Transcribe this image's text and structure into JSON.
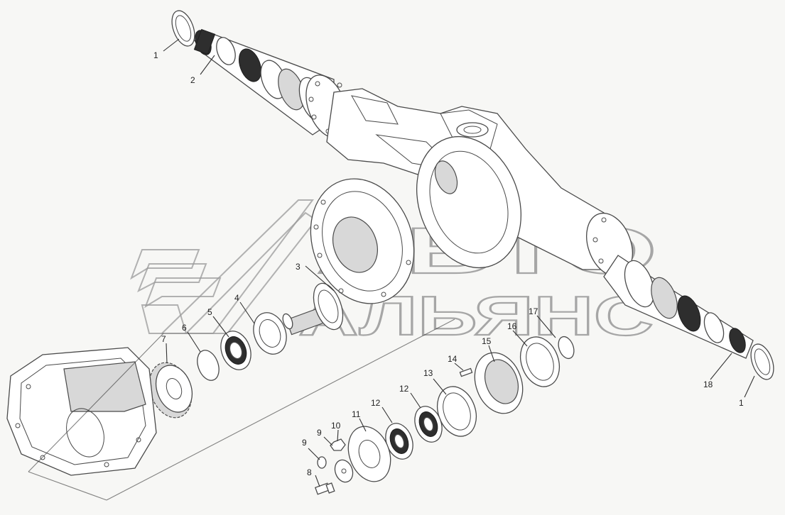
{
  "watermark": {
    "line1": "АВТО",
    "line2": "АЛЬЯНС"
  },
  "callouts": [
    {
      "id": "c1a",
      "label": "1"
    },
    {
      "id": "c2",
      "label": "2"
    },
    {
      "id": "c3",
      "label": "3"
    },
    {
      "id": "c4",
      "label": "4"
    },
    {
      "id": "c5",
      "label": "5"
    },
    {
      "id": "c6",
      "label": "6"
    },
    {
      "id": "c7",
      "label": "7"
    },
    {
      "id": "c8",
      "label": "8"
    },
    {
      "id": "c9a",
      "label": "9"
    },
    {
      "id": "c9b",
      "label": "9"
    },
    {
      "id": "c10",
      "label": "10"
    },
    {
      "id": "c11",
      "label": "11"
    },
    {
      "id": "c12",
      "label": "12"
    },
    {
      "id": "c13",
      "label": "13"
    },
    {
      "id": "c14",
      "label": "14"
    },
    {
      "id": "c15",
      "label": "15"
    },
    {
      "id": "c16",
      "label": "16"
    },
    {
      "id": "c17",
      "label": "17"
    },
    {
      "id": "c18",
      "label": "18"
    },
    {
      "id": "c1b",
      "label": "1"
    }
  ]
}
